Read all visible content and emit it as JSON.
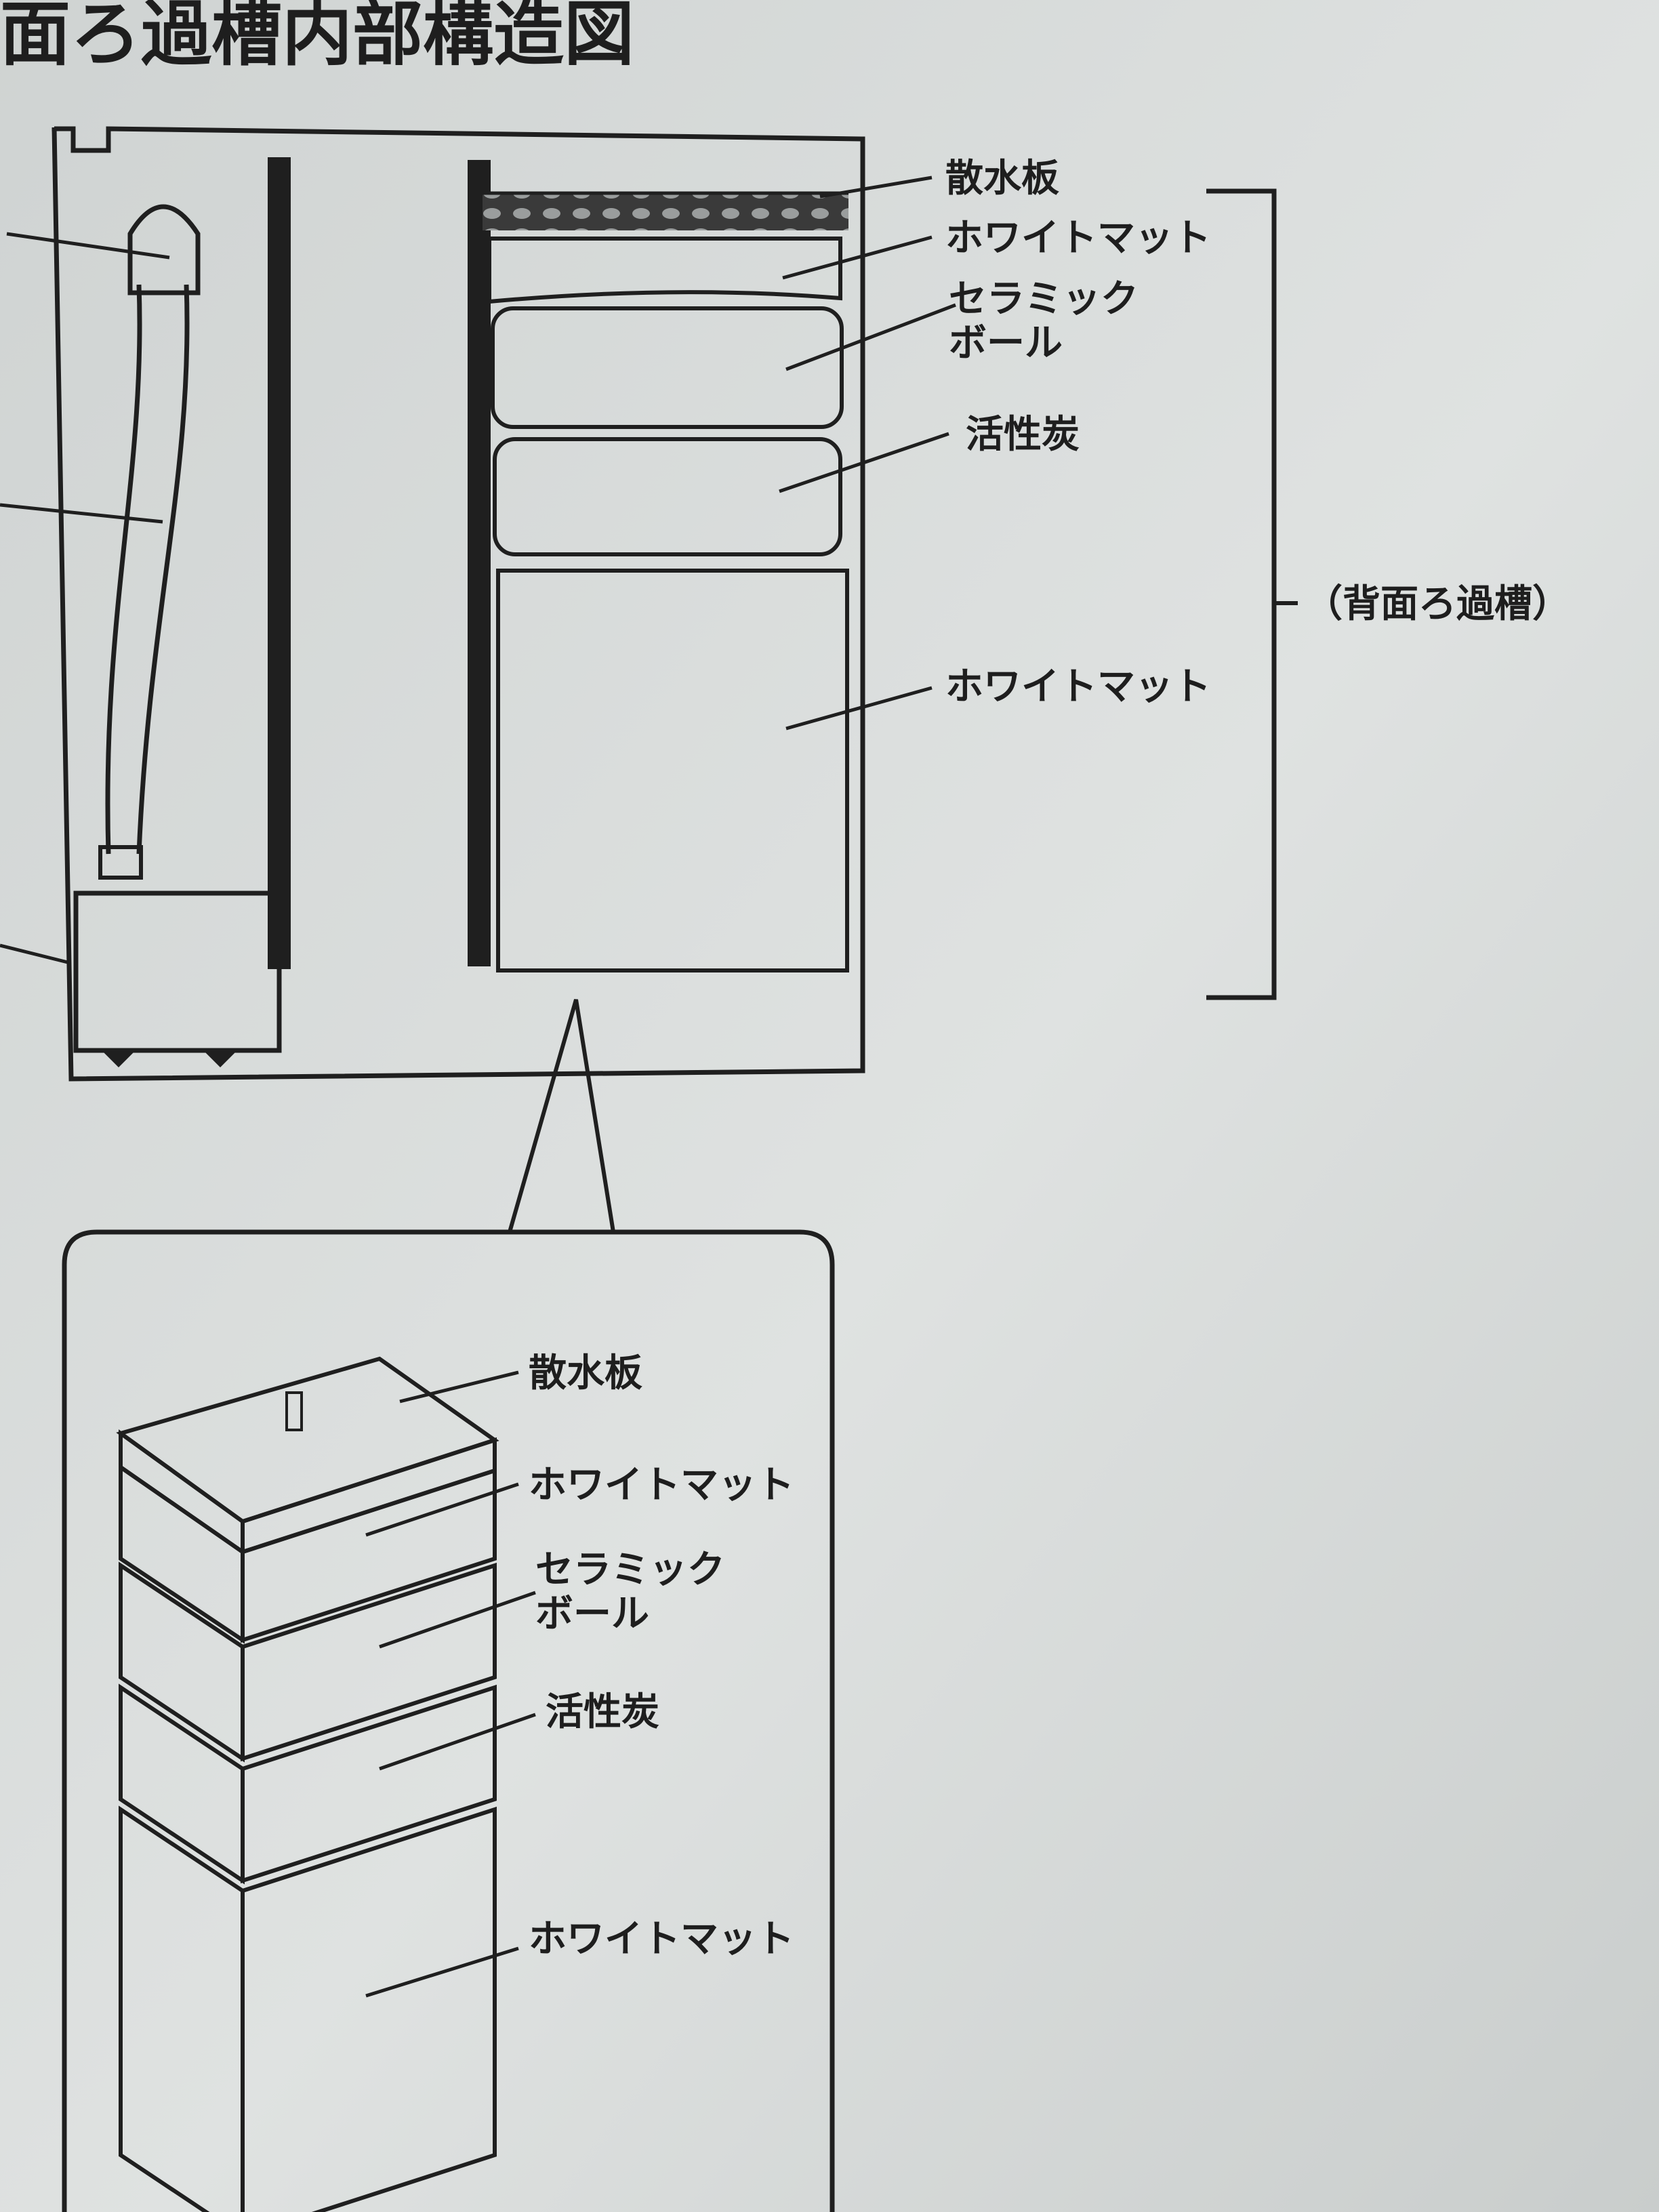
{
  "title": "面ろ過槽内部構造図",
  "bracket_label": "（背面ろ過槽）",
  "top_diagram": {
    "labels": {
      "diffuser": "散水板",
      "white_mat_top": "ホワイトマット",
      "ceramic_ball_line1": "セラミック",
      "ceramic_ball_line2": "ボール",
      "activated_carbon": "活性炭",
      "white_mat_bottom": "ホワイトマット"
    }
  },
  "bottom_diagram": {
    "labels": {
      "diffuser": "散水板",
      "white_mat_top": "ホワイトマット",
      "ceramic_ball_line1": "セラミック",
      "ceramic_ball_line2": "ボール",
      "activated_carbon": "活性炭",
      "white_mat_bottom": "ホワイトマット"
    }
  },
  "colors": {
    "paper": "#d9dcdb",
    "ink": "#1f1f1f",
    "faded": "#8a8f90"
  }
}
